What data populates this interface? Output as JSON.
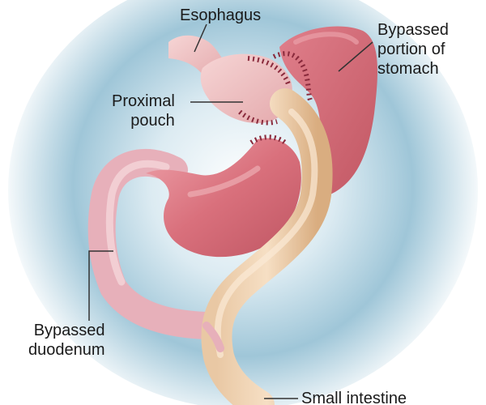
{
  "diagram": {
    "labels": {
      "esophagus": [
        "Esophagus"
      ],
      "bypassed_stomach": [
        "Bypassed",
        "portion of",
        "stomach"
      ],
      "proximal_pouch": [
        "Proximal",
        "pouch"
      ],
      "bypassed_duodenum": [
        "Bypassed",
        "duodenum"
      ],
      "small_intestine": [
        "Small intestine"
      ]
    },
    "colors": {
      "background_glow": "#9fc6d8",
      "stomach": "#d9707c",
      "stomach_highlight": "#f0b8bc",
      "pouch": "#eec3c3",
      "duodenum": "#eab3bd",
      "intestine": "#e7c29b",
      "intestine_highlight": "#f6dfc4",
      "staple_line": "#8a2a3c",
      "leader_line": "#333333"
    }
  }
}
